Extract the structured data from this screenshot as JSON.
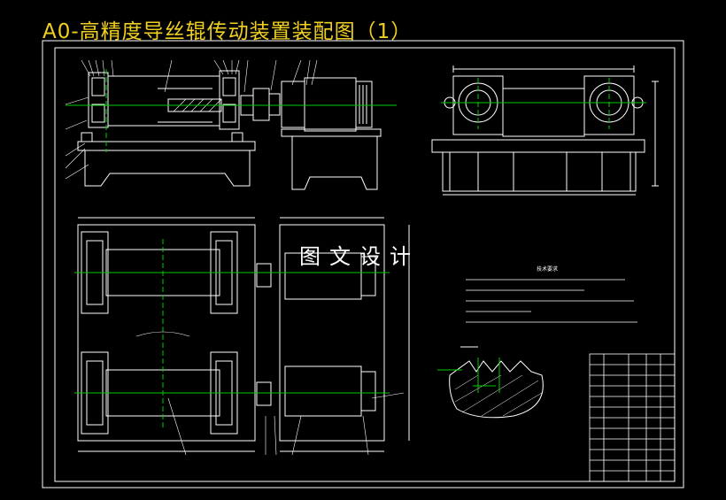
{
  "title": "A0-高精度导丝辊传动装置装配图（1）",
  "watermark": "图文设计",
  "tech_notes_title": "技术要求",
  "colors": {
    "background": "#000000",
    "title": "#f0d020",
    "lines": "#ffffff",
    "centerlines": "#00cc00",
    "hatch": "#ffffff"
  }
}
